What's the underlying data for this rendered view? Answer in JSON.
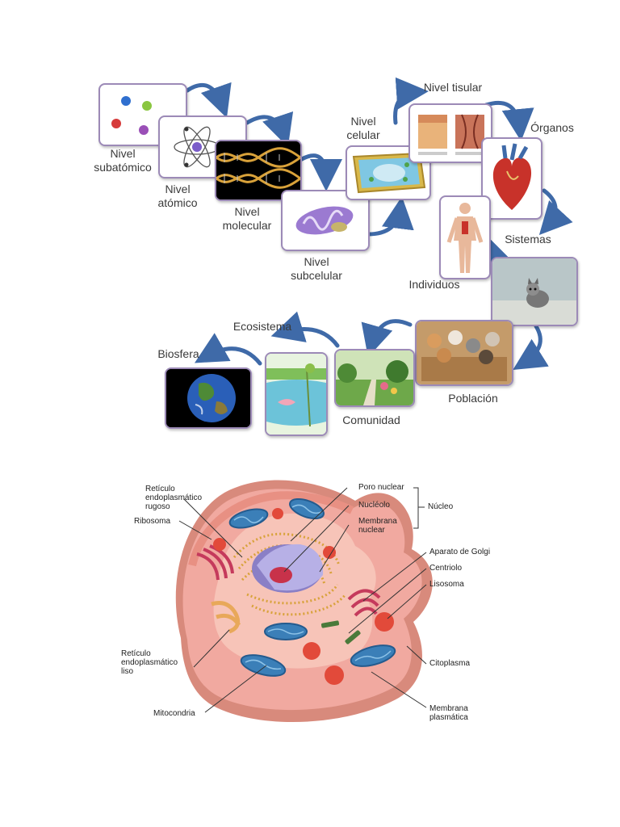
{
  "levels": {
    "subatomico": "Nivel\nsubatómico",
    "atomico": "Nivel\natómico",
    "molecular": "Nivel\nmolecular",
    "subcelular": "Nivel\nsubcelular",
    "celular": "Nivel\ncelular",
    "tisular": "Nivel tisular",
    "organos": "Órganos",
    "sistemas": "Sistemas",
    "individuos": "Individuos",
    "poblacion": "Población",
    "comunidad": "Comunidad",
    "ecosistema": "Ecosistema",
    "biosfera": "Biosfera"
  },
  "cell": {
    "reticulo_rugoso": "Retículo\nendoplasmático\nrugoso",
    "ribosoma": "Ribosoma",
    "reticulo_liso": "Retículo\nendoplasmático\nliso",
    "mitocondria": "Mitocondria",
    "poro_nuclear": "Poro nuclear",
    "nucleolo": "Nucléolo",
    "membrana_nuclear": "Membrana\nnuclear",
    "nucleo": "Núcleo",
    "golgi": "Aparato de Golgi",
    "centriolo": "Centriolo",
    "lisosoma": "Lisosoma",
    "citoplasma": "Citoplasma",
    "membrana_plasmatica": "Membrana\nplasmática"
  },
  "colors": {
    "card_border": "#9c8ab7",
    "arrow": "#3f6aa8",
    "cell_pink": "#f1a9a0",
    "mito_blue": "#3b7fb8"
  }
}
